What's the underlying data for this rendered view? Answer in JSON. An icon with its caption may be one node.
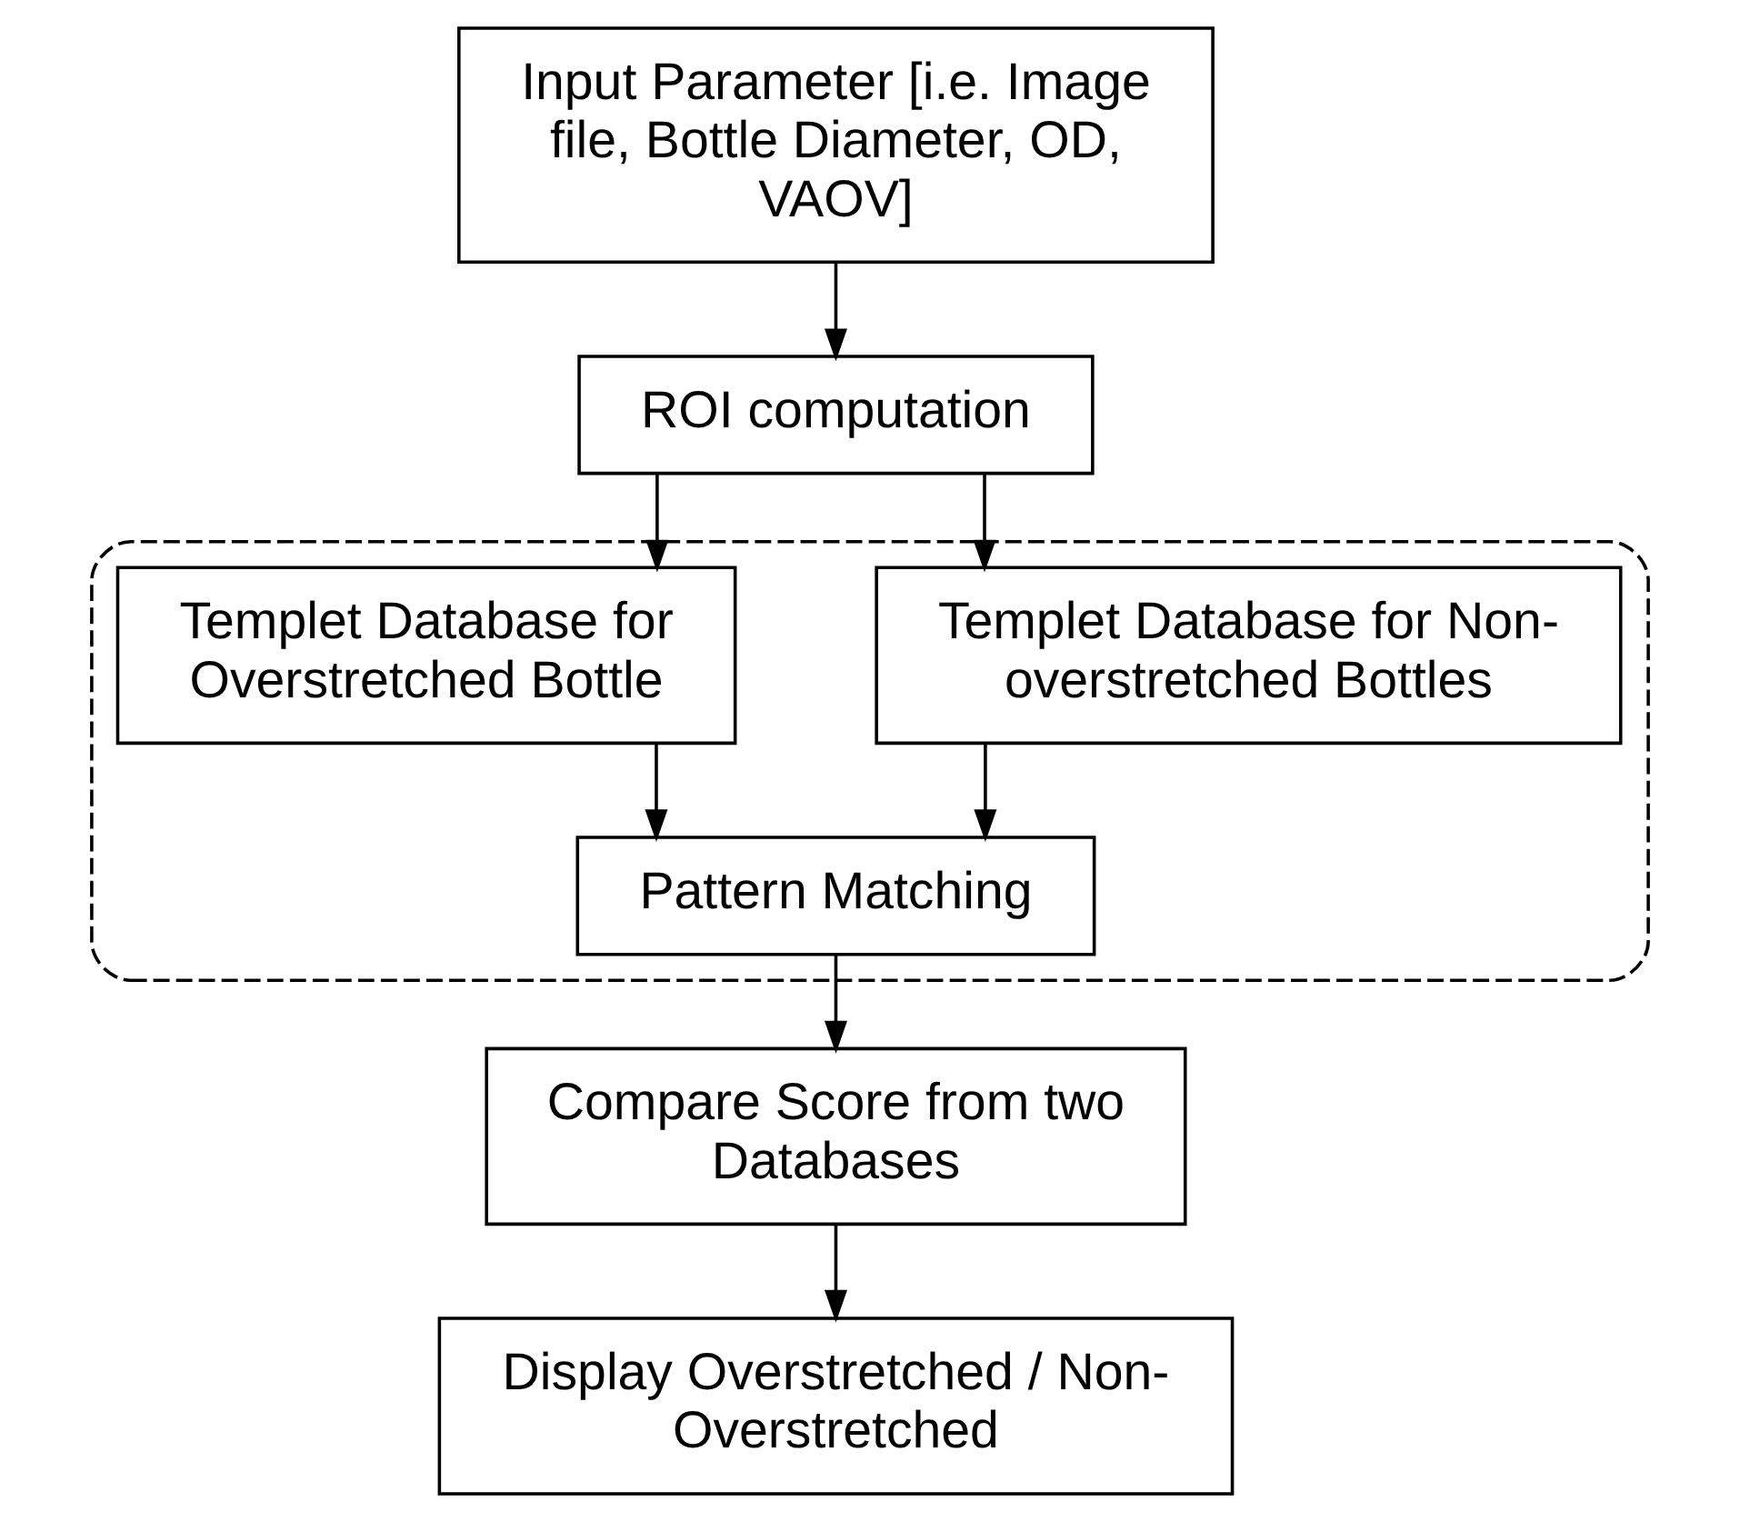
{
  "diagram": {
    "nodes": [
      {
        "text": [
          "Input Parameter [i.e. Image file, Bottle Diameter, OD, VAOV]"
        ]
      },
      {
        "text": [
          "ROI computation"
        ]
      },
      {
        "text": [],
        "shape": "box"
      },
      {
        "text": [
          "Templet Database for Overstretched Bottle"
        ],
        "in": 2
      },
      {
        "text": [
          "Templet Database for Non-overstretched Bottles"
        ],
        "in": 2
      },
      {
        "text": [
          "Pattern Matching"
        ],
        "in": 2
      },
      {
        "text": [
          "Compare Score from two Databases"
        ]
      },
      {
        "text": [
          "Display Overstretched / Non-Overstretched"
        ]
      }
    ],
    "edges": [
      {
        "from": 0,
        "to": 1,
        "arrow": "to"
      },
      {
        "from": 1,
        "to": 3,
        "arrow": "to"
      },
      {
        "from": 1,
        "to": 4,
        "arrow": "to"
      },
      {
        "from": 3,
        "to": 5,
        "arrow": "to"
      },
      {
        "from": 4,
        "to": 5,
        "arrow": "to"
      },
      {
        "from": 5,
        "to": 6,
        "arrow": "to"
      },
      {
        "from": 6,
        "to": 7,
        "arrow": "to"
      }
    ]
  }
}
